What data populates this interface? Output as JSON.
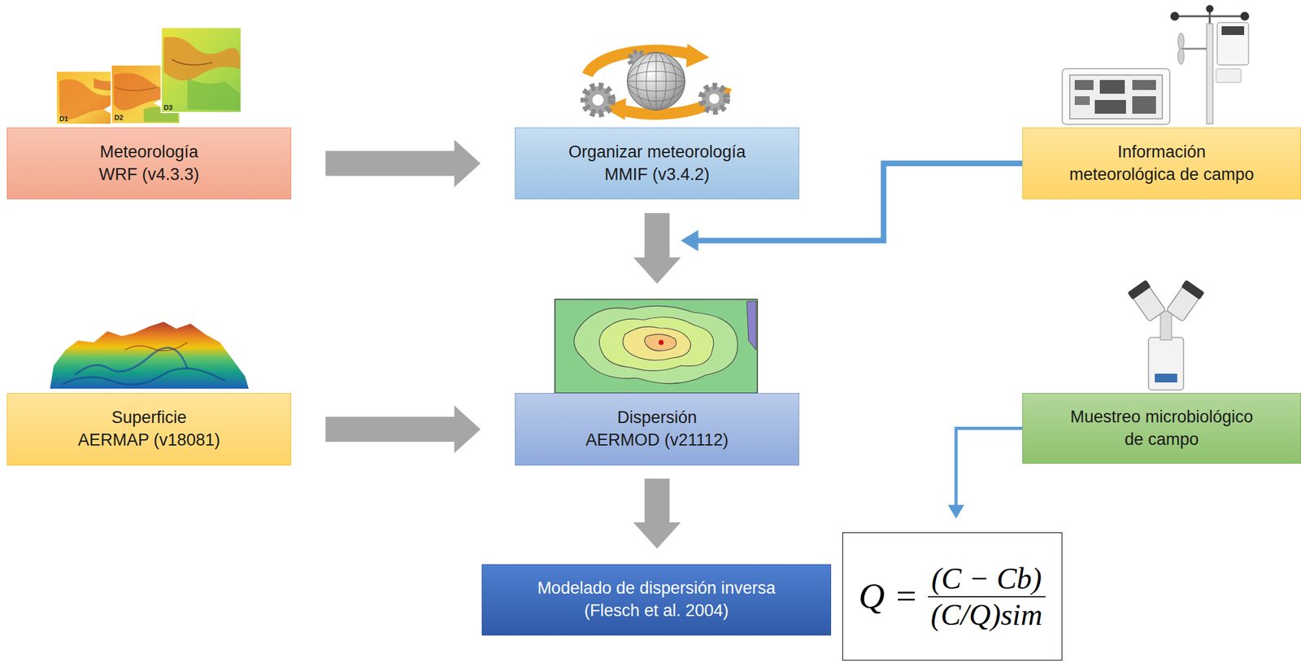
{
  "diagram": {
    "nodes": [
      {
        "text": [
          "Meteorología WRF (v4.3.3)"
        ]
      },
      {
        "text": [
          "Organizar meteorología MMIF (v3.4.2)"
        ]
      },
      {
        "text": [
          "Información meteorológica de campo"
        ]
      },
      {
        "text": [
          "Superficie AERMAP (v18081)"
        ]
      },
      {
        "text": [
          "Dispersión AERMOD (v21112)"
        ]
      },
      {
        "text": [
          "Muestreo microbiológico de campo"
        ]
      },
      {
        "text": [
          "Modelado de dispersión inversa (Flesch et al. 2004)"
        ]
      },
      {
        "text": [
          "Q =",
          "(C − Cb)",
          "(C/Q)sim"
        ]
      }
    ],
    "edges": [
      {
        "from": 0,
        "to": 1,
        "arrow": "to"
      },
      {
        "from": 1,
        "to": 4,
        "arrow": "to"
      },
      {
        "from": 2,
        "to": 4,
        "arrow": "to"
      },
      {
        "from": 3,
        "to": 4,
        "arrow": "to"
      },
      {
        "from": 4,
        "to": 6,
        "arrow": "to"
      },
      {
        "from": 5,
        "to": 7,
        "arrow": "to"
      }
    ],
    "labels": [
      "D1",
      "D2",
      "D3"
    ]
  }
}
